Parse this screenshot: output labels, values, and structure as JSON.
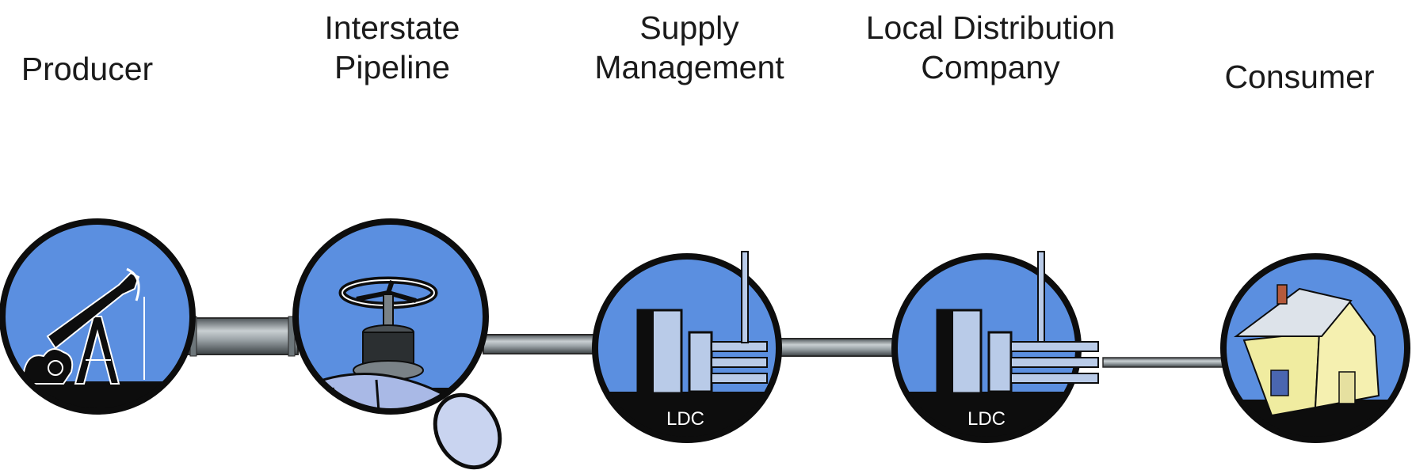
{
  "stages": [
    {
      "id": "producer",
      "lines": [
        "Producer"
      ]
    },
    {
      "id": "pipeline",
      "lines": [
        "Interstate",
        "Pipeline"
      ]
    },
    {
      "id": "supply",
      "lines": [
        "Supply",
        "Management"
      ]
    },
    {
      "id": "ldc",
      "lines": [
        "Local Distribution",
        "Company"
      ]
    },
    {
      "id": "consumer",
      "lines": [
        "Consumer"
      ]
    }
  ],
  "icons": {
    "producer": "oil-pump-jack-icon",
    "pipeline": "pipeline-valve-icon",
    "supply": "ldc-facility-icon",
    "ldc": "ldc-facility-icon",
    "consumer": "house-icon"
  },
  "badges": {
    "supply": "LDC",
    "ldc": "LDC"
  },
  "colors": {
    "sky": "#5b8fe0",
    "ground": "#0d0d0d",
    "pipe": "#8e979c",
    "building": "#b9cbe8"
  }
}
